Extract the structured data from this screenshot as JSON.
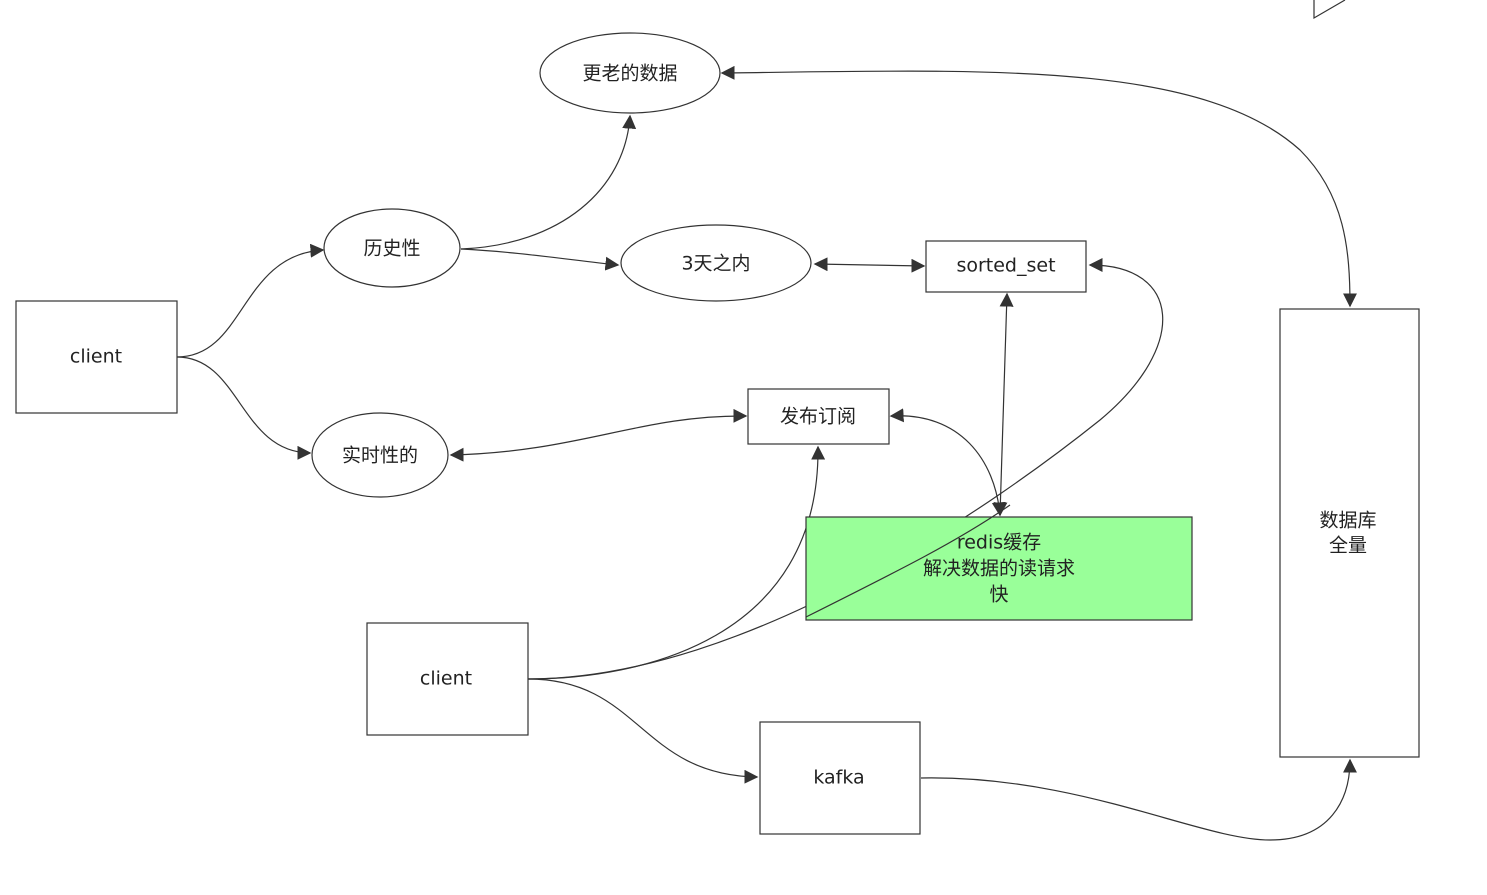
{
  "diagram": {
    "nodes": {
      "client_top": "client",
      "history": "历史性",
      "older_data": "更老的数据",
      "within_3_days": "3天之内",
      "sorted_set": "sorted_set",
      "realtime": "实时性的",
      "pubsub": "发布订阅",
      "redis_line1": "redis缓存",
      "redis_line2": "解决数据的读请求",
      "redis_line3": "快",
      "client_bottom": "client",
      "kafka": "kafka",
      "db_line1": "数据库",
      "db_line2": "全量"
    },
    "colors": {
      "redis_fill": "#99ff99",
      "stroke": "#333333",
      "background": "#ffffff"
    }
  }
}
